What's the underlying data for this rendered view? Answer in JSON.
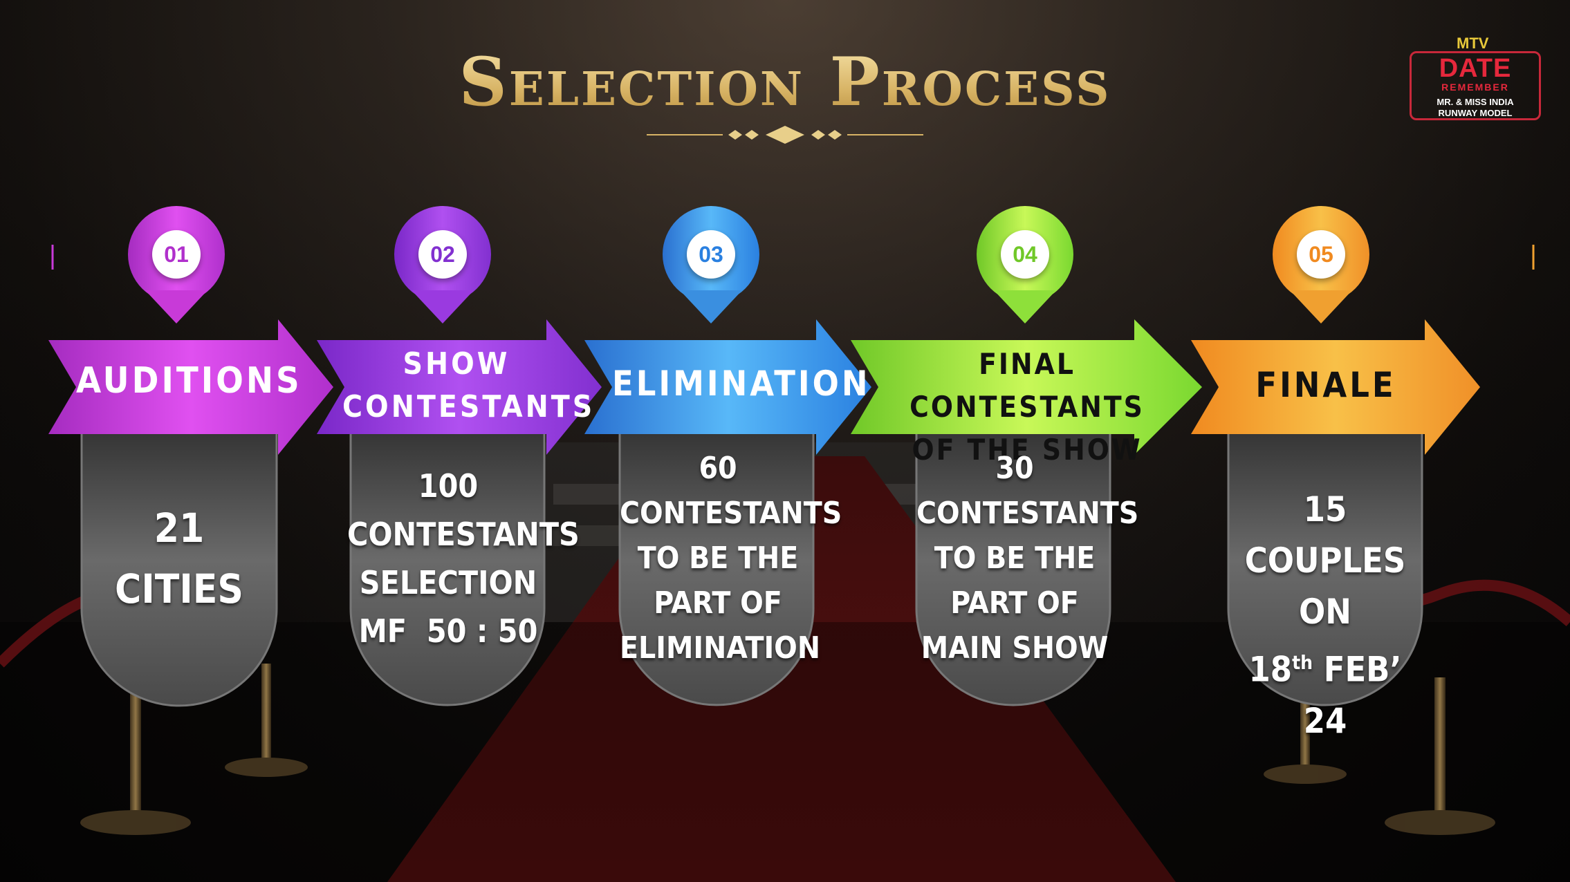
{
  "title": "Selection Process",
  "logo": {
    "brand": "MTV",
    "name": "DATE",
    "tagline": "REMEMBER",
    "line1": "MR. & MISS INDIA",
    "line2": "RUNWAY MODEL"
  },
  "colors": {
    "gold": "#e8cf8a",
    "step1": "#c83ad8",
    "step2": "#9a3ae0",
    "step3": "#3a8fe0",
    "step4": "#8ee03a",
    "step5": "#f0a030"
  },
  "steps": [
    {
      "number": "01",
      "label": "AUDITIONS",
      "detail": [
        "21",
        "CITIES"
      ]
    },
    {
      "number": "02",
      "label": [
        "SHOW",
        "CONTESTANTS"
      ],
      "detail": [
        "100",
        "CONTESTANTS",
        "SELECTION",
        "MF  50 : 50"
      ]
    },
    {
      "number": "03",
      "label": "ELIMINATION",
      "detail": [
        "60",
        "CONTESTANTS",
        "TO BE THE",
        "PART OF",
        "ELIMINATION"
      ]
    },
    {
      "number": "04",
      "label": [
        "FINAL CONTESTANTS",
        "OF THE SHOW"
      ],
      "detail": [
        "30",
        "CONTESTANTS",
        "TO BE THE",
        "PART OF",
        "MAIN SHOW"
      ]
    },
    {
      "number": "05",
      "label": "FINALE",
      "detail": [
        "15 COUPLES",
        "ON",
        "18",
        "th",
        "FEB’ 24"
      ]
    }
  ]
}
